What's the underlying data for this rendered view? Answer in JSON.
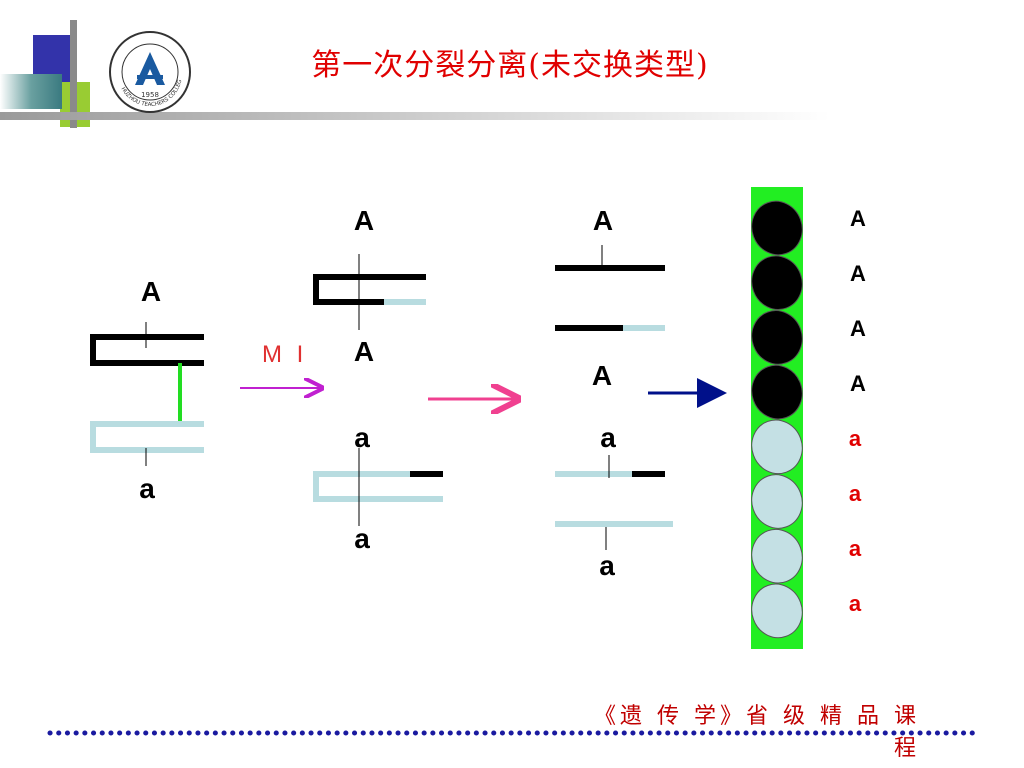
{
  "title": "第一次分裂分离(未交换类型)",
  "footer": "《遗 传 学》省 级 精 品 课 程",
  "logo": {
    "year": "1958",
    "name_en": "HUZHOU TEACHERS COLLEGE",
    "icon": "college-seal-icon"
  },
  "stages": {
    "initial": {
      "upper": "A",
      "lower": "a"
    },
    "meiosis_label": "M I",
    "after_mi": {
      "labels": [
        "A",
        "A",
        "a",
        "a"
      ]
    },
    "after_mii": {
      "labels": [
        "A",
        "A",
        "a",
        "a"
      ]
    }
  },
  "ascus": {
    "spores": [
      "A",
      "A",
      "A",
      "A",
      "a",
      "a",
      "a",
      "a"
    ]
  },
  "colors": {
    "title": "#e00000",
    "dark_chromatid": "#000000",
    "light_chromatid": "#b8dce0",
    "ascus_bg": "#22ee22",
    "spore_dark": "#000000",
    "spore_light": "#c4e0e4",
    "arrow1": "#c020d0",
    "arrow2": "#f04090",
    "arrow3": "#00108a"
  }
}
